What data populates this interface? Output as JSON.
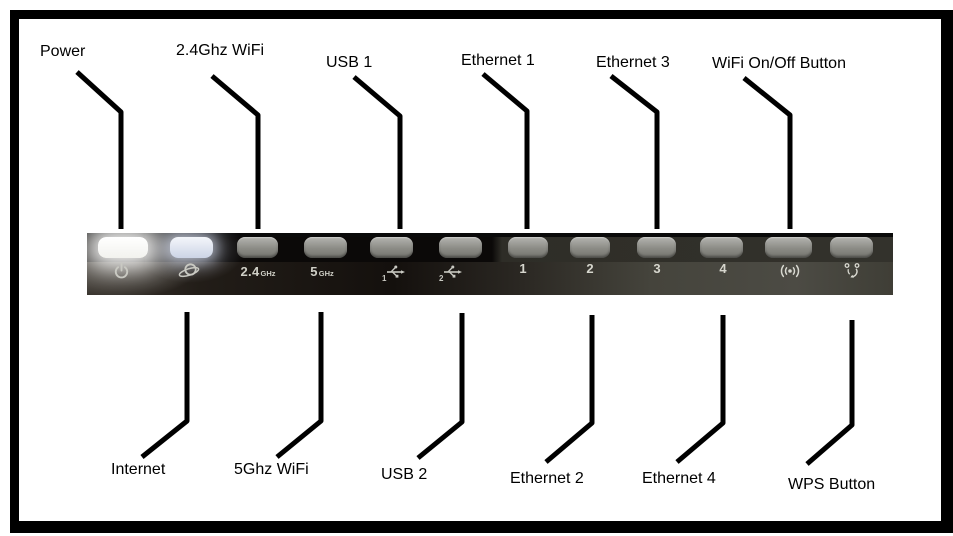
{
  "top_labels": [
    {
      "text": "Power"
    },
    {
      "text": "2.4Ghz WiFi"
    },
    {
      "text": "USB 1"
    },
    {
      "text": "Ethernet 1"
    },
    {
      "text": "Ethernet 3"
    },
    {
      "text": "WiFi On/Off Button"
    }
  ],
  "bottom_labels": [
    {
      "text": "Internet"
    },
    {
      "text": "5Ghz WiFi"
    },
    {
      "text": "USB 2"
    },
    {
      "text": "Ethernet 2"
    },
    {
      "text": "Ethernet 4"
    },
    {
      "text": "WPS Button"
    }
  ],
  "panel": {
    "leds": [
      {
        "id": "power",
        "icon": "power-icon",
        "state": "lit-white"
      },
      {
        "id": "internet",
        "icon": "globe-orbit-icon",
        "state": "lit-white"
      },
      {
        "id": "wifi-2-4ghz",
        "label": "2.4",
        "unit": "GHz",
        "state": "unlit"
      },
      {
        "id": "wifi-5ghz",
        "label": "5",
        "unit": "GHz",
        "state": "unlit"
      },
      {
        "id": "usb-1",
        "icon": "usb-icon",
        "sub": "1",
        "state": "unlit"
      },
      {
        "id": "usb-2",
        "icon": "usb-icon",
        "sub": "2",
        "state": "unlit"
      },
      {
        "id": "ethernet-1",
        "label": "1",
        "state": "unlit"
      },
      {
        "id": "ethernet-2",
        "label": "2",
        "state": "unlit"
      },
      {
        "id": "ethernet-3",
        "label": "3",
        "state": "unlit"
      },
      {
        "id": "ethernet-4",
        "label": "4",
        "state": "unlit"
      },
      {
        "id": "wifi-on-off",
        "icon": "wifi-signal-icon",
        "state": "unlit"
      },
      {
        "id": "wps",
        "icon": "wps-sync-icon",
        "state": "unlit"
      }
    ]
  },
  "colors": {
    "line": "#000000",
    "label_text": "#000000",
    "frame_border": "#000000",
    "panel_face_left": "#17130f",
    "panel_face_right": "#4a4941",
    "lens_gray": "#8f8f8b",
    "lit_white": "#f8f8f6",
    "icon_gray": "#c9c9c2"
  }
}
